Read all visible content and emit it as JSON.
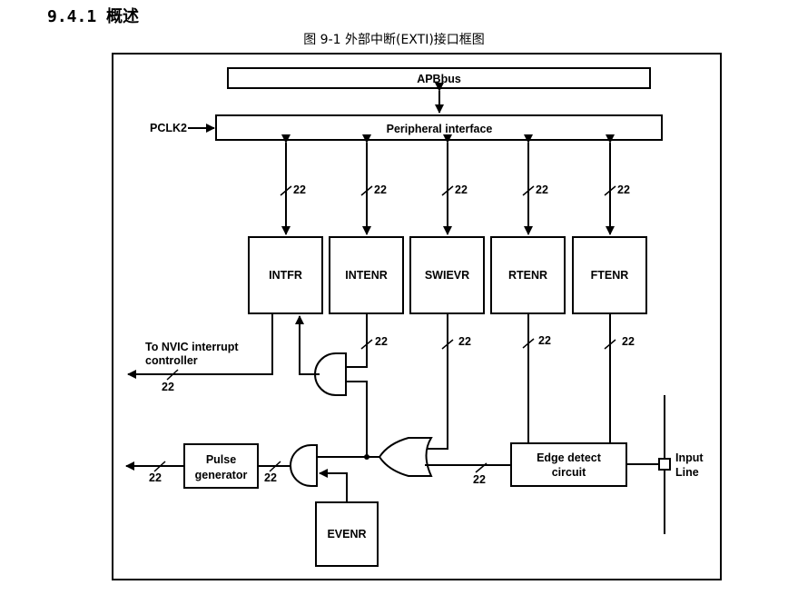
{
  "heading": "9.4.1 概述",
  "caption": "图 9-1 外部中断(EXTI)接口框图",
  "diagram": {
    "apb_bus": "APBbus",
    "peripheral_interface": "Peripheral interface",
    "clock_input": "PCLK2",
    "registers": [
      {
        "id": "intfr",
        "label": "INTFR"
      },
      {
        "id": "intenr",
        "label": "INTENR"
      },
      {
        "id": "swievr",
        "label": "SWIEVR"
      },
      {
        "id": "rtenr",
        "label": "RTENR"
      },
      {
        "id": "ftenr",
        "label": "FTENR"
      }
    ],
    "evenr": "EVENR",
    "pulse_generator": [
      "Pulse",
      "generator"
    ],
    "edge_detect": [
      "Edge detect",
      "circuit"
    ],
    "input_line": [
      "Input",
      "Line"
    ],
    "nvic_output": [
      "To NVIC interrupt",
      "controller"
    ],
    "bus_width": "22",
    "gates": {
      "interrupt_and": "AND",
      "event_and": "AND",
      "trigger_or": "OR"
    }
  }
}
